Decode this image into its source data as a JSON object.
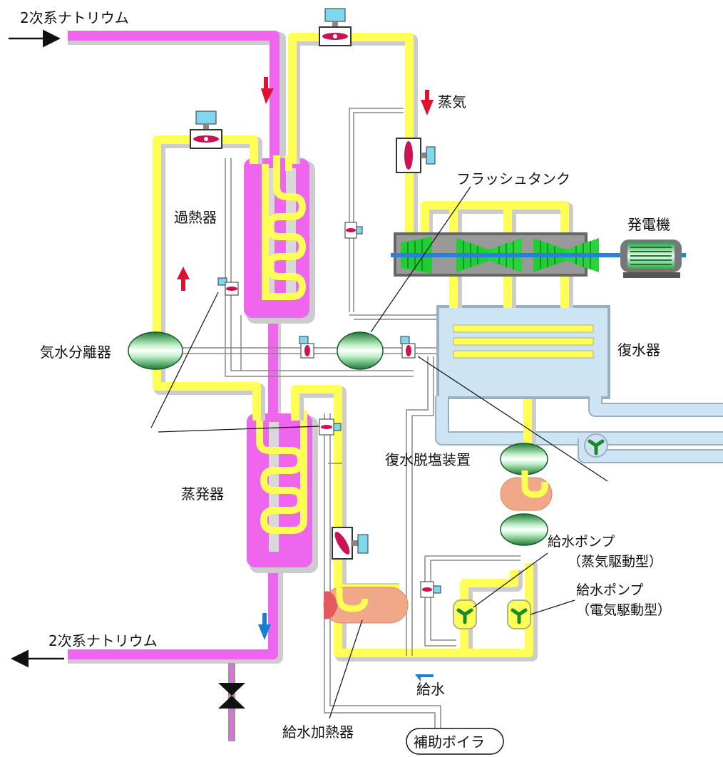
{
  "labels": {
    "sodium_in": "2次系ナトリウム",
    "sodium_out": "2次系ナトリウム",
    "steam": "蒸気",
    "flash_tank": "フラッシュタンク",
    "generator": "発電機",
    "superheater": "過熱器",
    "separator": "気水分離器",
    "condenser": "復水器",
    "demineralizer": "復水脱塩装置",
    "evaporator": "蒸発器",
    "fw_pump_steam_l1": "給水ポンプ",
    "fw_pump_steam_l2": "（蒸気駆動型）",
    "fw_pump_elec_l1": "給水ポンプ",
    "fw_pump_elec_l2": "（電気駆動型）",
    "feedwater": "給水",
    "fw_heater": "給水加熱器",
    "aux_boiler": "補助ボイラ"
  },
  "colors": {
    "sodium": "#ee66ee",
    "sodium_dark": "#cc44cc",
    "steam": "#ffff55",
    "steam_edge": "#c8c8a0",
    "water": "#cce4f4",
    "water_edge": "#9ab0c0",
    "vessel_green": "#2e9e4a",
    "heater": "#f0a888",
    "flow_red": "#dd1133",
    "flow_blue": "#1a7fd0",
    "turbine_green": "#22cc33",
    "shaft": "#2a7fd8"
  }
}
